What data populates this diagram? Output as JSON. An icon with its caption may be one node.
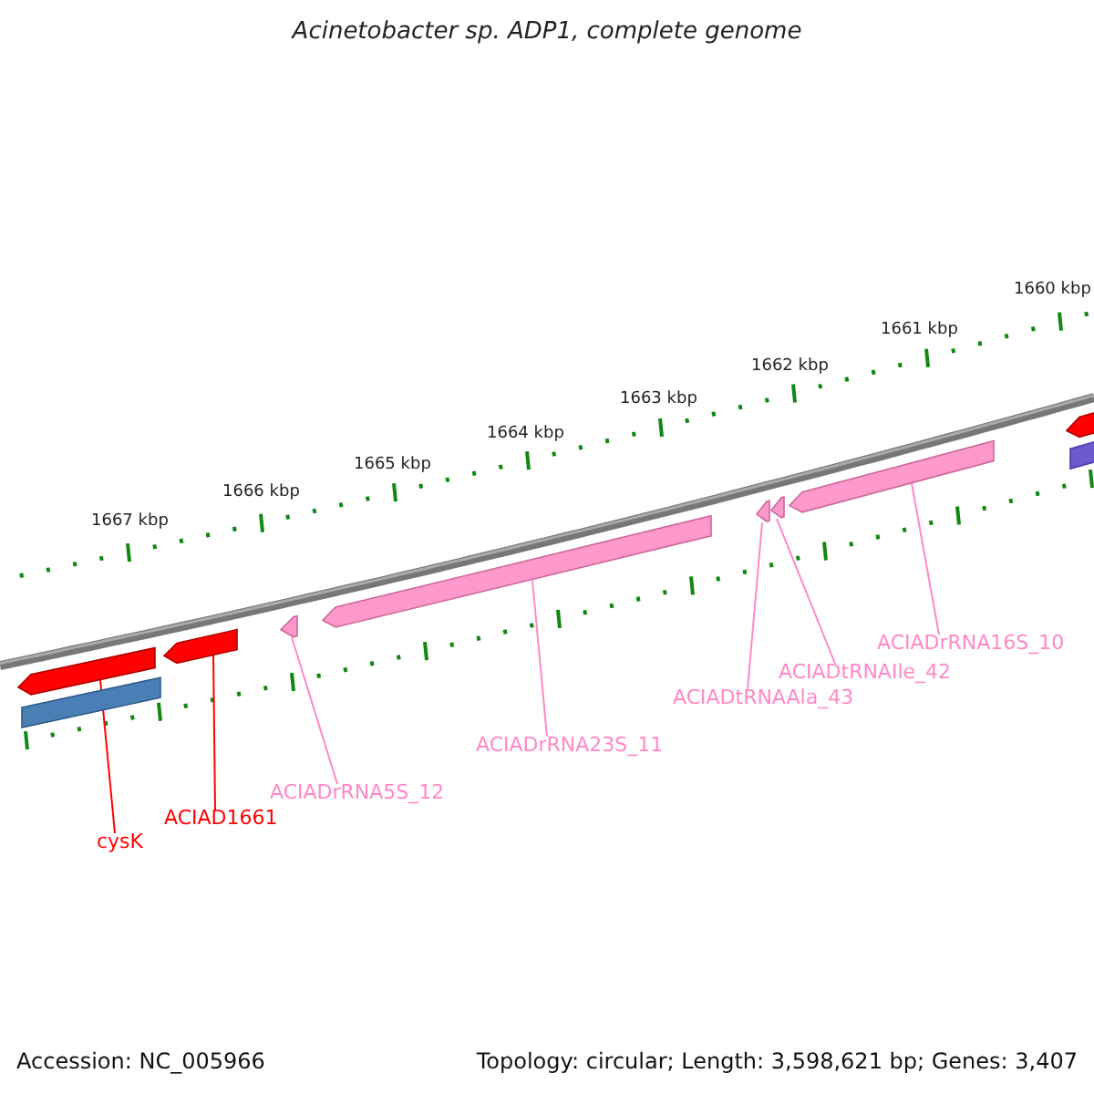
{
  "diagram": {
    "title": "Acinetobacter sp. ADP1, complete genome",
    "nodes": [
      {
        "text": [],
        "shape": "arrow"
      },
      {
        "text": [],
        "shape": "bar"
      },
      {
        "text": [],
        "shape": "arrow"
      },
      {
        "text": [],
        "shape": "arrow"
      },
      {
        "text": [],
        "shape": "arrow"
      },
      {
        "text": [],
        "shape": "arrow"
      },
      {
        "text": [],
        "shape": "arrow"
      },
      {
        "text": [],
        "shape": "arrow"
      },
      {
        "text": [],
        "shape": "arrow"
      },
      {
        "text": [],
        "shape": "bar"
      },
      {
        "text": [
          "cysK"
        ]
      },
      {
        "text": [
          "ACIAD1661"
        ]
      },
      {
        "text": [
          "ACIADrRNA5S_12"
        ]
      },
      {
        "text": [
          "ACIADrRNA23S_11"
        ]
      },
      {
        "text": [
          "ACIADtRNAAla_43"
        ]
      },
      {
        "text": [
          "ACIADtRNAIle_42"
        ]
      },
      {
        "text": [
          "ACIADrRNA16S_10"
        ]
      }
    ],
    "edges": [
      {
        "from": 10,
        "to": 0,
        "arrow": "none",
        "color": "#ff0000"
      },
      {
        "from": 11,
        "to": 2,
        "arrow": "none",
        "color": "#ff0000"
      },
      {
        "from": 12,
        "to": 3,
        "arrow": "none"
      },
      {
        "from": 13,
        "to": 4,
        "arrow": "none"
      },
      {
        "from": 14,
        "to": 5,
        "arrow": "none"
      },
      {
        "from": 15,
        "to": 6,
        "arrow": "none"
      },
      {
        "from": 16,
        "to": 7,
        "arrow": "none"
      }
    ],
    "labels": [
      "1660 kbp",
      "1661 kbp",
      "1662 kbp",
      "1663 kbp",
      "1664 kbp",
      "1665 kbp",
      "1666 kbp",
      "1667 kbp",
      "Accession: NC_005966",
      "Topology: circular; Length: 3,598,621 bp; Genes: 3,407"
    ]
  }
}
